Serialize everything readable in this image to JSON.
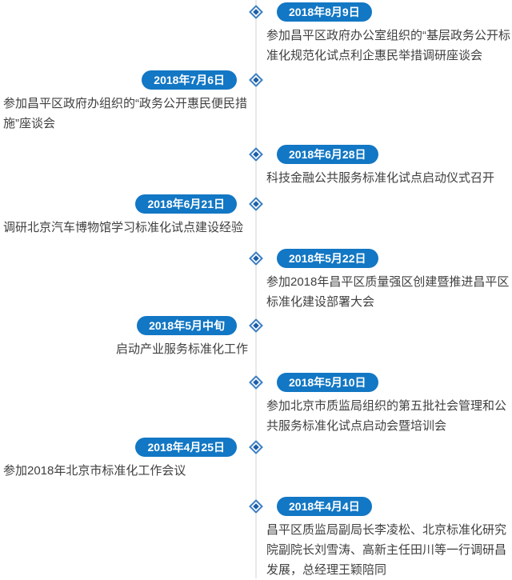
{
  "colors": {
    "background": "#ffffff",
    "line": "#e7e9eb",
    "badge": "#1277c4",
    "badge_text": "#ffffff",
    "diamond_outer": "#3c80c4",
    "diamond_inner": "#1e5ea8",
    "event_text": "#404040"
  },
  "timeline": {
    "entries": [
      {
        "side": "right",
        "date": "2018年8月9日",
        "text": "参加昌平区政府办公室组织的“基层政务公开标准化规范化试点利企惠民举措调研座谈会"
      },
      {
        "side": "left",
        "date": "2018年7月6日",
        "text": "参加昌平区政府办组织的“政务公开惠民便民措施”座谈会"
      },
      {
        "side": "right",
        "date": "2018年6月28日",
        "text": "科技金融公共服务标准化试点启动仪式召开"
      },
      {
        "side": "left",
        "date": "2018年6月21日",
        "text": "调研北京汽车博物馆学习标准化试点建设经验"
      },
      {
        "side": "right",
        "date": "2018年5月22日",
        "text": "参加2018年昌平区质量强区创建暨推进昌平区标准化建设部署大会"
      },
      {
        "side": "left",
        "date": "2018年5月中旬",
        "text": "启动产业服务标准化工作"
      },
      {
        "side": "right",
        "date": "2018年5月10日",
        "text": "参加北京市质监局组织的第五批社会管理和公共服务标准化试点启动会暨培训会"
      },
      {
        "side": "left",
        "date": "2018年4月25日",
        "text": "参加2018年北京市标准化工作会议"
      },
      {
        "side": "right",
        "date": "2018年4月4日",
        "text": "昌平区质监局副局长李凌松、北京标准化研究院副院长刘雪涛、高新主任田川等一行调研昌发展，总经理王颖陪同"
      }
    ]
  }
}
